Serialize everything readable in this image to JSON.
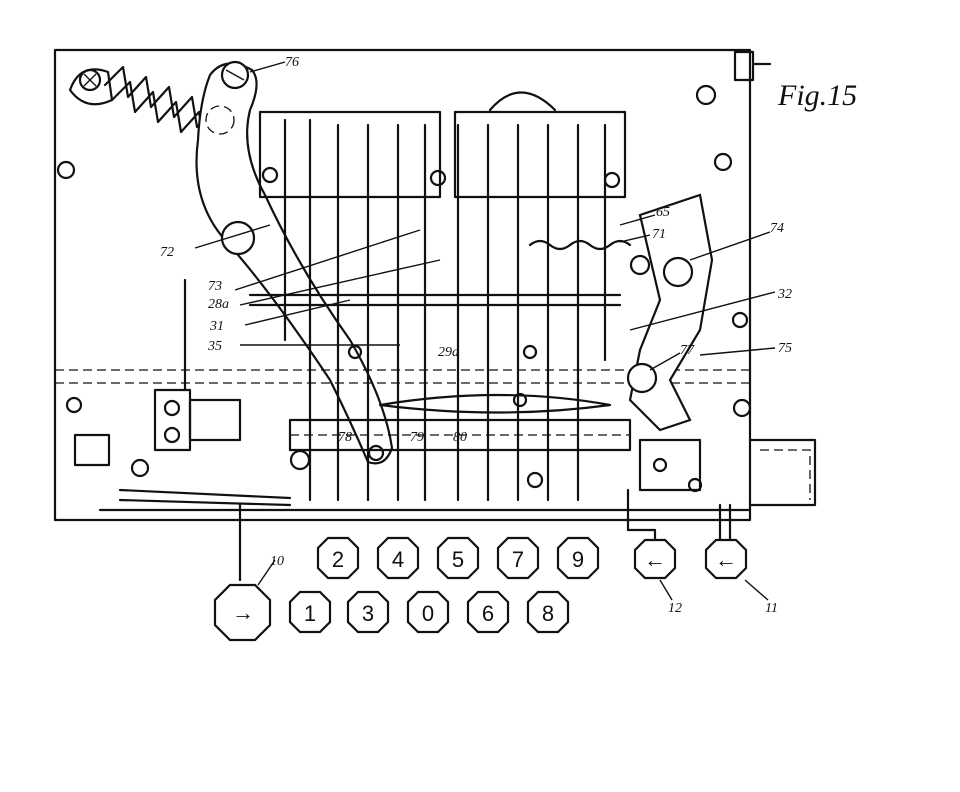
{
  "figure": {
    "title": "Fig.15"
  },
  "reference_labels": [
    "76",
    "72",
    "73",
    "28a",
    "31",
    "35",
    "29a",
    "65",
    "71",
    "74",
    "32",
    "77",
    "75",
    "78",
    "79",
    "80",
    "10",
    "12",
    "11"
  ],
  "keys": {
    "back_row": [
      "2",
      "4",
      "5",
      "7",
      "9"
    ],
    "front_row": [
      "1",
      "3",
      "0",
      "6",
      "8"
    ],
    "function_keys": [
      {
        "id": "10",
        "symbol": "→"
      },
      {
        "id": "12",
        "symbol": "←"
      },
      {
        "id": "11",
        "symbol": "←"
      }
    ]
  }
}
